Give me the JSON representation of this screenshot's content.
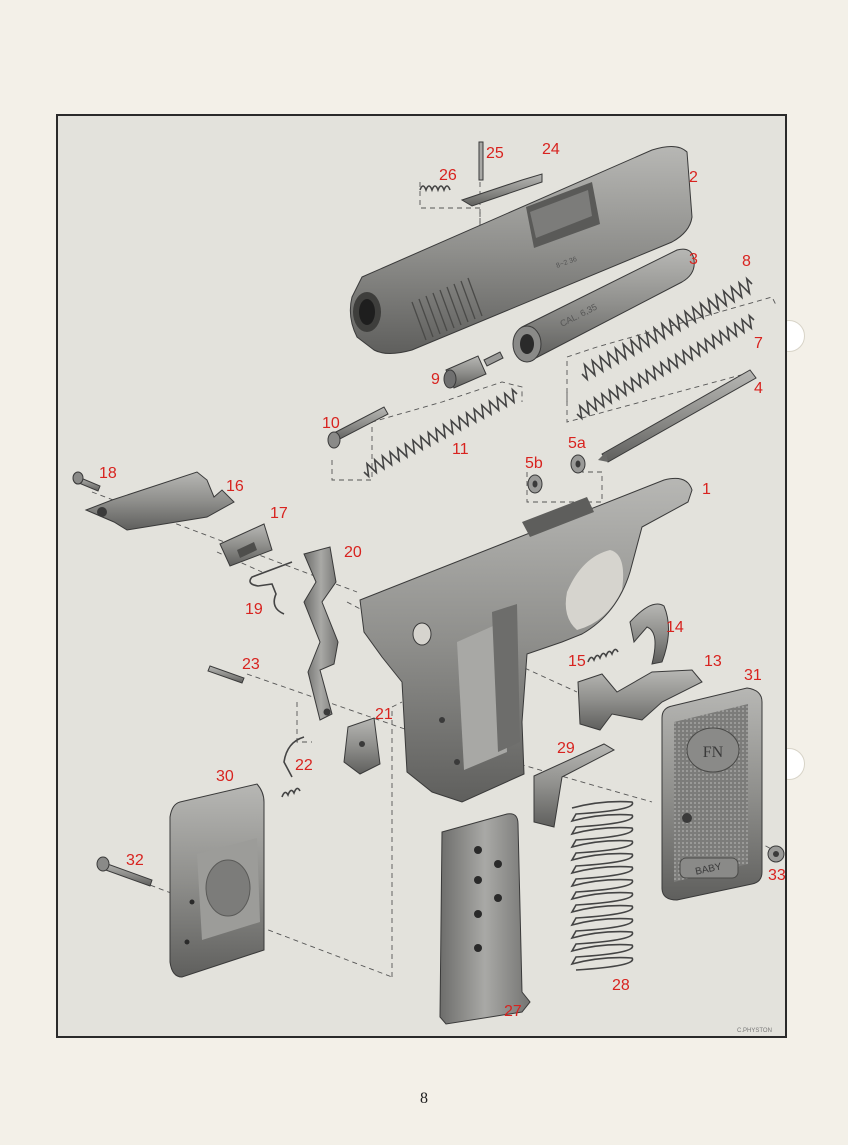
{
  "diagram": {
    "part_labels": {
      "p1": "1",
      "p2": "2",
      "p3": "3",
      "p4": "4",
      "p5a": "5a",
      "p5b": "5b",
      "p7": "7",
      "p8": "8",
      "p9": "9",
      "p10": "10",
      "p11": "11",
      "p13": "13",
      "p14": "14",
      "p15": "15",
      "p16": "16",
      "p17": "17",
      "p18": "18",
      "p19": "19",
      "p20": "20",
      "p21": "21",
      "p22": "22",
      "p23": "23",
      "p24": "24",
      "p25": "25",
      "p26": "26",
      "p27": "27",
      "p28": "28",
      "p29": "29",
      "p30": "30",
      "p31": "31",
      "p32": "32",
      "p33": "33"
    },
    "slide_markings": "CAL. 6,35",
    "grip_brand": "BABY",
    "grip_logo": "FN",
    "artist_credit": "C.PHYSTON"
  },
  "page": {
    "number": "8"
  },
  "colors": {
    "label": "#d8231f",
    "plate": "#e3e2dc",
    "paper": "#f3f0e8",
    "metal": "#8e8e8c"
  }
}
